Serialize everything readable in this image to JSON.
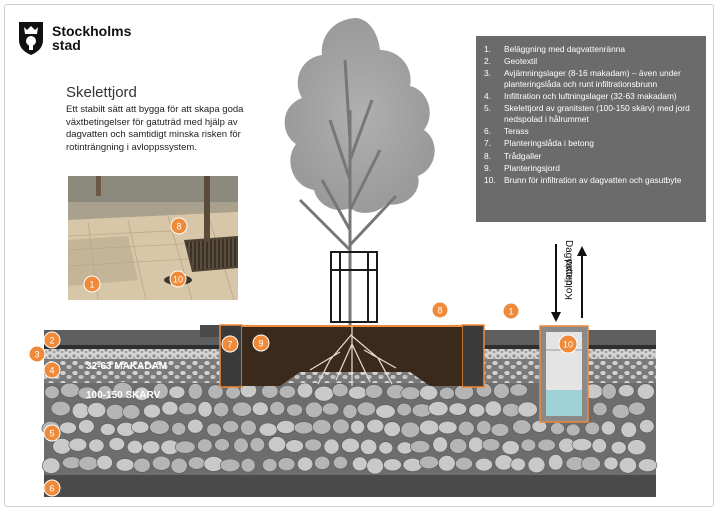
{
  "logo": {
    "line1": "Stockholms",
    "line2": "stad"
  },
  "title": "Skelettjord",
  "description": "Ett stabilt sätt att bygga för att skapa goda växtbetingelser för gatuträd med hjälp av dagvatten och samtidigt minska risken för rotinträngning i avloppssystem.",
  "legend": [
    {
      "num": "1.",
      "text": "Beläggning med dagvattenränna"
    },
    {
      "num": "2.",
      "text": "Geotextil"
    },
    {
      "num": "3.",
      "text": "Avjämningslager (8-16 makadam) – även under planteringslåda och runt infiltrationsbrunn"
    },
    {
      "num": "4.",
      "text": "Infiltration och luftningslager (32-63 makadam)"
    },
    {
      "num": "5.",
      "text": "Skelettjord av granitsten (100-150 skärv) med jord nedspolad i hålrummet"
    },
    {
      "num": "6.",
      "text": "Terass"
    },
    {
      "num": "7.",
      "text": "Planteringslåda i betong"
    },
    {
      "num": "8.",
      "text": "Trådgaller"
    },
    {
      "num": "9.",
      "text": "Planteringsjord"
    },
    {
      "num": "10.",
      "text": "Brunn för infiltration av dagvatten och gasutbyte"
    }
  ],
  "layer_labels": {
    "makadam": "32-63 MAKADAM",
    "skarv": "100-150 SKÄRV"
  },
  "arrows": {
    "dagvatten": "Dagvatten",
    "koldioxid": "Koldioxid"
  },
  "markers": {
    "m1": "1",
    "m1b": "1",
    "m2": "2",
    "m3": "3",
    "m4": "4",
    "m5": "5",
    "m6": "6",
    "m7": "7",
    "m8": "8",
    "m8b": "8",
    "m9": "9",
    "m10": "10",
    "m10b": "10"
  },
  "colors": {
    "marker": "#ee8a3a",
    "legend_bg": "#6b6b6b",
    "asphalt": "#5e5e5e",
    "soil": "#3b2a1c",
    "water": "#9ed2d6",
    "stone": "#bdbdbd"
  }
}
